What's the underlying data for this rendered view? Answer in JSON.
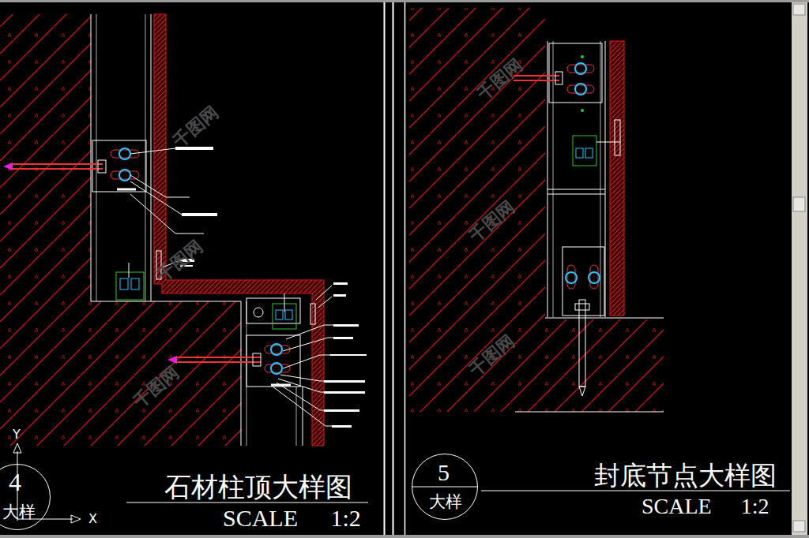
{
  "diagram": {
    "nodes": [
      {
        "text": [
          "4",
          "大样"
        ]
      },
      {
        "text": [
          "5",
          "大样"
        ]
      }
    ],
    "labels": [
      "石材柱顶大样图",
      "SCALE 1:2",
      "封底节点大样图",
      "SCALE 1:2",
      "Y",
      "X",
      "千图网",
      "千图网",
      "千图网",
      "千图网",
      "千图网",
      "千图网"
    ]
  }
}
